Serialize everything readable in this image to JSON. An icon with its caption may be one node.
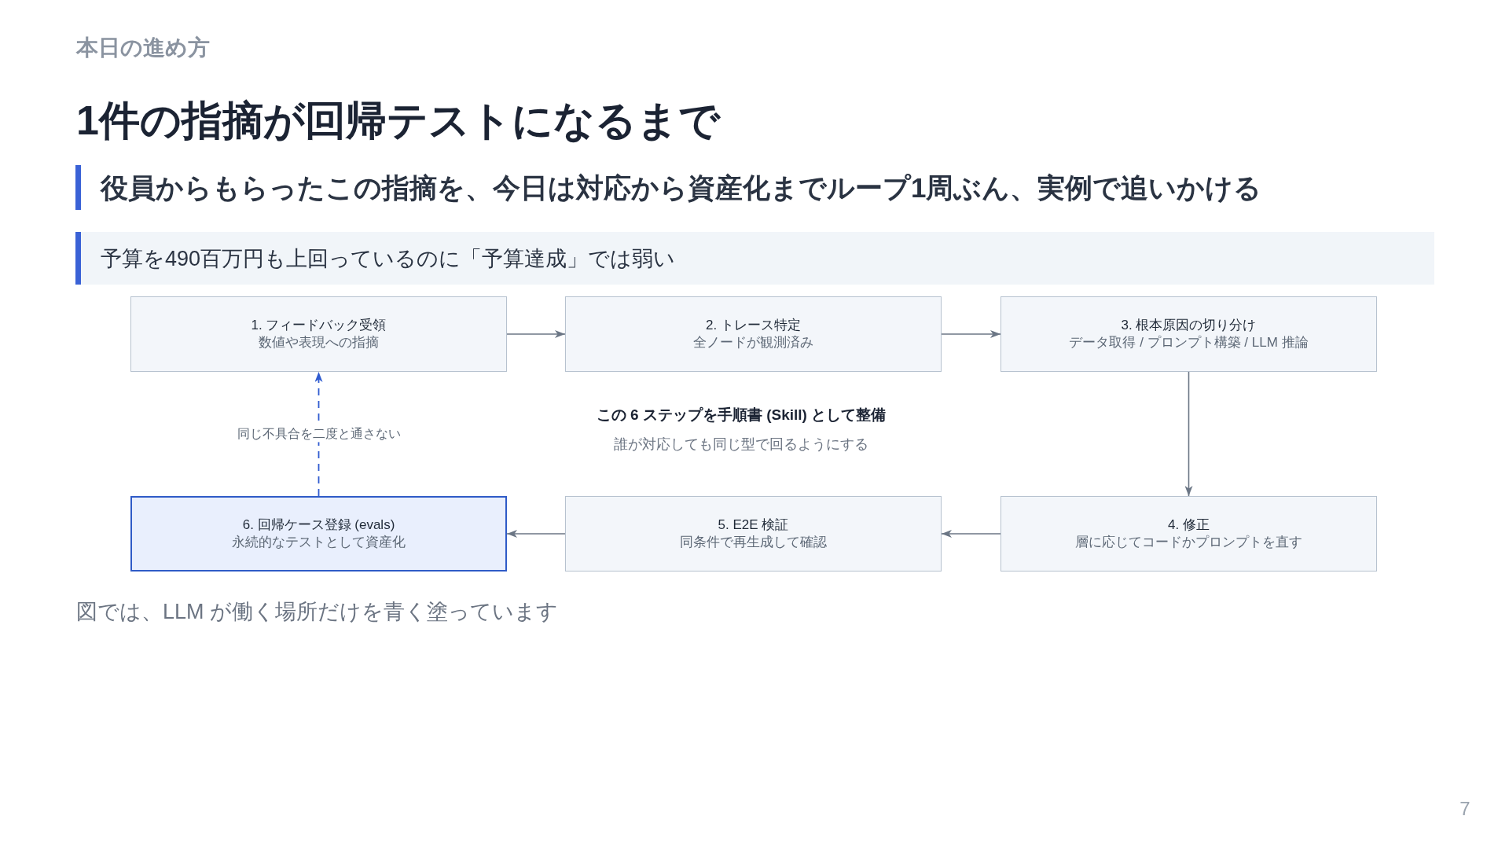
{
  "diagram": {
    "title": "1件の指摘が回帰テストになるまで",
    "caption": "図では、LLM が働く場所だけを青く塗っています",
    "nodes": [
      {
        "text": [
          "1. フィードバック受領",
          "数値や表現への指摘"
        ]
      },
      {
        "text": [
          "2. トレース特定",
          "全ノードが観測済み"
        ]
      },
      {
        "text": [
          "3. 根本原因の切り分け",
          "データ取得 / プロンプト構築 / LLM 推論"
        ]
      },
      {
        "text": [
          "4. 修正",
          "層に応じてコードかプロンプトを直す"
        ]
      },
      {
        "text": [
          "5. E2E 検証",
          "同条件で再生成して確認"
        ]
      },
      {
        "text": [
          "6. 回帰ケース登録 (evals)",
          "永続的なテストとして資産化"
        ]
      }
    ],
    "edges": [
      {
        "from": 0,
        "to": 1,
        "arrow": "to"
      },
      {
        "from": 1,
        "to": 2,
        "arrow": "to"
      },
      {
        "from": 2,
        "to": 3,
        "arrow": "to"
      },
      {
        "from": 3,
        "to": 4,
        "arrow": "to"
      },
      {
        "from": 4,
        "to": 5,
        "arrow": "to"
      },
      {
        "from": 5,
        "to": 0,
        "arrow": "to",
        "label": "同じ不具合を二度と通さない",
        "style": "dashed",
        "color": "#2f5bd0"
      }
    ],
    "labels": [
      "本日の進め方",
      "役員からもらったこの指摘を、今日は対応から資産化までループ1周ぶん、実例で追いかける",
      "予算を490百万円も上回っているのに「予算達成」では弱い",
      "この 6 ステップを手順書 (Skill) として整備",
      "誰が対応しても同じ型で回るようにする",
      "7"
    ]
  }
}
